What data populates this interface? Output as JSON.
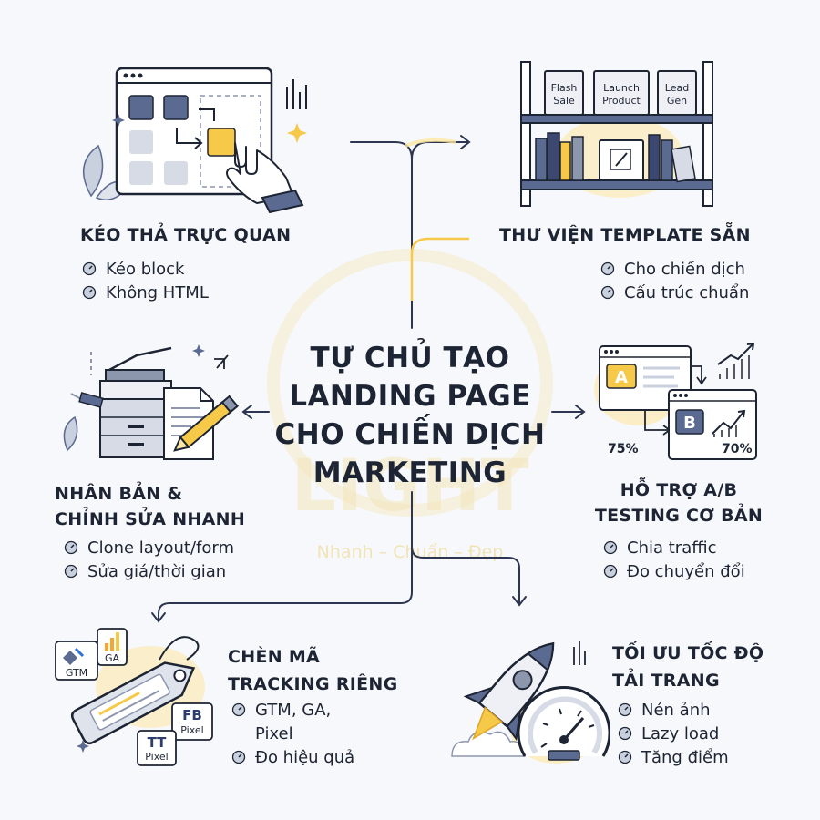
{
  "center": {
    "title_lines": [
      "TỰ CHỦ TẠO",
      "LANDING PAGE",
      "CHO CHIẾN DỊCH",
      "MARKETING"
    ]
  },
  "watermark": {
    "brand": "LIGHT",
    "tagline": "Nhanh – Chuẩn – Đẹp"
  },
  "features": [
    {
      "id": "drag-drop",
      "title_lines": [
        "KÉO THẢ TRỰC QUAN"
      ],
      "bullets": [
        "Kéo block",
        "Không HTML"
      ],
      "icon": "drag-drop-icon"
    },
    {
      "id": "template-library",
      "title_lines": [
        "THƯ VIỆN TEMPLATE SẴN"
      ],
      "bullets": [
        "Cho chiến dịch",
        "Cấu trúc chuẩn"
      ],
      "icon": "bookshelf-icon",
      "book_labels": [
        [
          "Flash",
          "Sale"
        ],
        [
          "Launch",
          "Product"
        ],
        [
          "Lead",
          "Gen"
        ]
      ]
    },
    {
      "id": "duplicate-edit",
      "title_lines": [
        "NHÂN BẢN &",
        "CHỈNH SỬA NHANH"
      ],
      "bullets": [
        "Clone layout/form",
        "Sửa giá/thời gian"
      ],
      "icon": "copier-pencil-icon"
    },
    {
      "id": "ab-testing",
      "title_lines": [
        "HỖ TRỢ A/B",
        "TESTING CƠ BẢN"
      ],
      "bullets": [
        "Chia traffic",
        "Đo chuyển đổi"
      ],
      "icon": "ab-test-icon",
      "variant_a": "A",
      "variant_b": "B",
      "split_a": "75%",
      "split_b": "70%"
    },
    {
      "id": "tracking",
      "title_lines": [
        "CHÈN MÃ",
        "TRACKING RIÊNG"
      ],
      "bullets": [
        "GTM, GA,",
        "Pixel",
        "Đo hiệu quả"
      ],
      "icon": "tracking-tag-icon",
      "tags": [
        "GTM",
        "GA",
        "FB",
        "Pixel",
        "TT",
        "Pixel"
      ]
    },
    {
      "id": "speed",
      "title_lines": [
        "TỐI ƯU TỐC ĐỘ",
        "TẢI TRANG"
      ],
      "bullets": [
        "Nén ảnh",
        "Lazy load",
        "Tăng điểm"
      ],
      "icon": "rocket-gauge-icon"
    }
  ],
  "colors": {
    "navy": "#1d2433",
    "slate": "#5b6a91",
    "accent": "#f7c948",
    "accent_soft": "#fde8a3",
    "bg": "#f7f8fb"
  }
}
